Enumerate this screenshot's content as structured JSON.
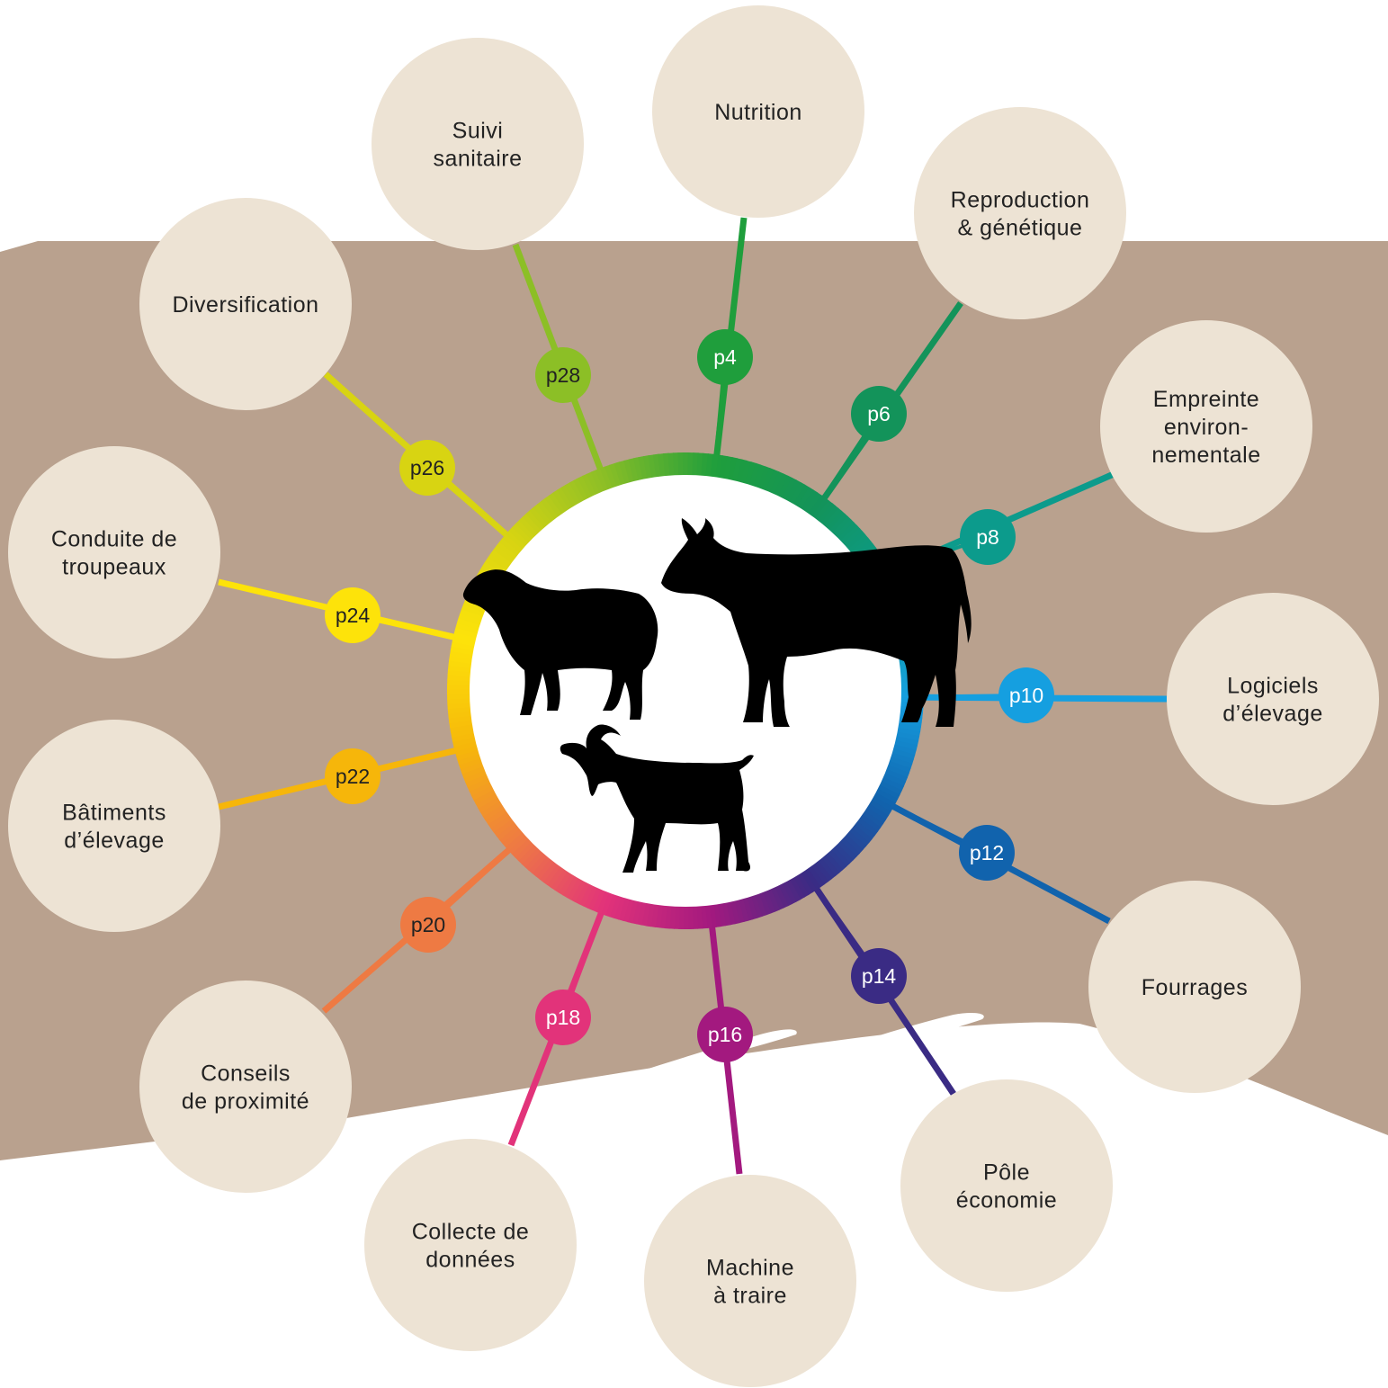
{
  "colors": {
    "background_band": "#b9a18e",
    "topic_circle": "#ede3d4",
    "center_disc": "#ffffff",
    "silhouette": "#000000"
  },
  "center": {
    "animals": [
      "cow-icon",
      "sheep-icon",
      "goat-icon"
    ]
  },
  "topics": [
    {
      "label_lines": [
        "Nutrition"
      ],
      "page": "p4",
      "color": "#1f9e3c",
      "page_text_color": "#ffffff"
    },
    {
      "label_lines": [
        "Reproduction",
        "& génétique"
      ],
      "page": "p6",
      "color": "#13935a",
      "page_text_color": "#ffffff"
    },
    {
      "label_lines": [
        "Empreinte",
        "environ-",
        "nementale"
      ],
      "page": "p8",
      "color": "#0c9b8c",
      "page_text_color": "#ffffff"
    },
    {
      "label_lines": [
        "Logiciels",
        "d’élevage"
      ],
      "page": "p10",
      "color": "#159fe0",
      "page_text_color": "#ffffff"
    },
    {
      "label_lines": [
        "Fourrages"
      ],
      "page": "p12",
      "color": "#1163ad",
      "page_text_color": "#ffffff"
    },
    {
      "label_lines": [
        "Pôle",
        "économie"
      ],
      "page": "p14",
      "color": "#3a2b84",
      "page_text_color": "#ffffff"
    },
    {
      "label_lines": [
        "Machine",
        "à traire"
      ],
      "page": "p16",
      "color": "#a3197f",
      "page_text_color": "#ffffff"
    },
    {
      "label_lines": [
        "Collecte de",
        "données"
      ],
      "page": "p18",
      "color": "#e2337a",
      "page_text_color": "#ffffff"
    },
    {
      "label_lines": [
        "Conseils",
        "de proximité"
      ],
      "page": "p20",
      "color": "#ee7a43",
      "page_text_color": "#222222"
    },
    {
      "label_lines": [
        "Bâtiments",
        "d’élevage"
      ],
      "page": "p22",
      "color": "#f6b60a",
      "page_text_color": "#222222"
    },
    {
      "label_lines": [
        "Conduite de",
        "troupeaux"
      ],
      "page": "p24",
      "color": "#fde30a",
      "page_text_color": "#222222"
    },
    {
      "label_lines": [
        "Diversification"
      ],
      "page": "p26",
      "color": "#d8d412",
      "page_text_color": "#222222"
    },
    {
      "label_lines": [
        "Suivi",
        "sanitaire"
      ],
      "page": "p28",
      "color": "#8cbf26",
      "page_text_color": "#222222"
    }
  ]
}
